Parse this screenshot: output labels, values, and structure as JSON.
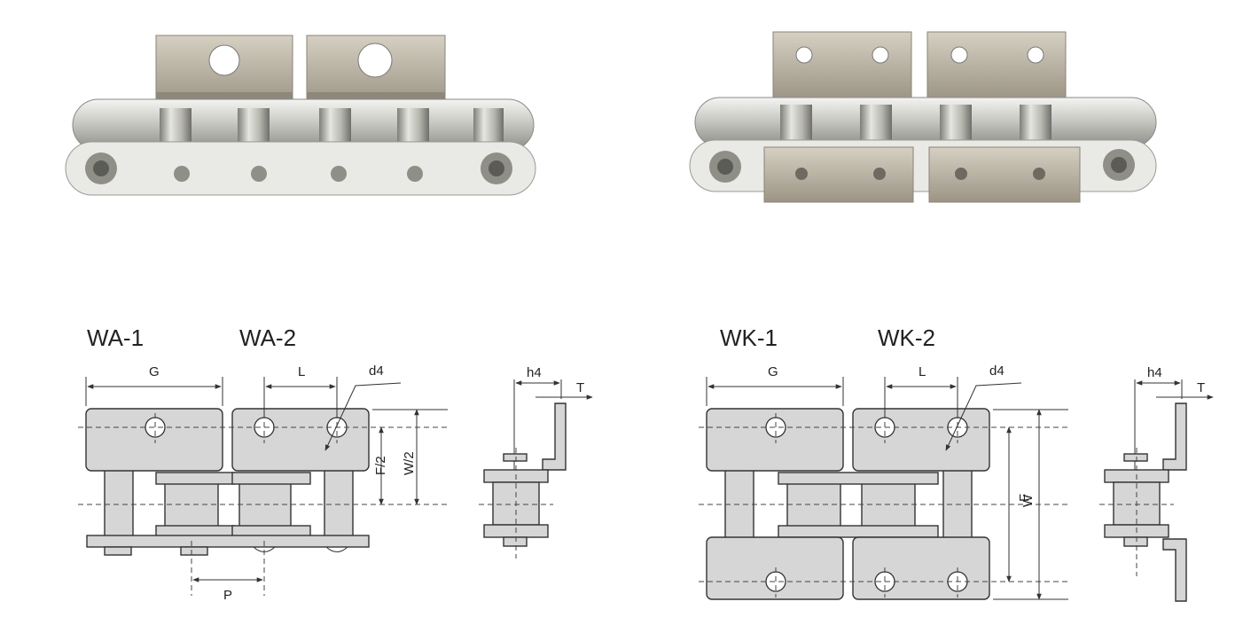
{
  "figures": {
    "wa": {
      "title_1": "WA-1",
      "title_2": "WA-2",
      "G": "G",
      "L": "L",
      "d4": "d4",
      "F2": "F/2",
      "W2": "W/2",
      "P": "P",
      "h4": "h4",
      "T": "T"
    },
    "wk": {
      "title_1": "WK-1",
      "title_2": "WK-2",
      "G": "G",
      "L": "L",
      "d4": "d4",
      "F": "F",
      "W": "W",
      "h4": "h4",
      "T": "T"
    }
  },
  "colors": {
    "plate_fill": "#d6d6d6",
    "metal_light": "#e9e9e6",
    "metal_dark": "#8f8f88",
    "attachment": "#b9b2a3"
  }
}
